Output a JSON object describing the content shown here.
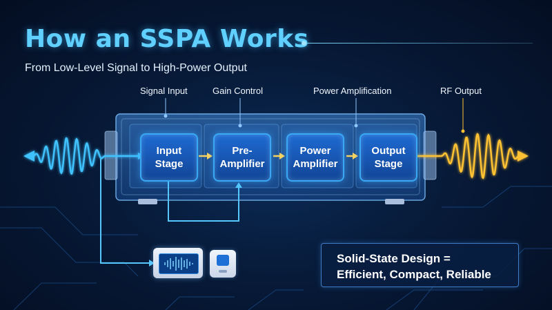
{
  "header": {
    "title": "How an SSPA Works",
    "subtitle": "From Low-Level Signal to High-Power Output"
  },
  "top_labels": {
    "signal_input": "Signal Input",
    "gain_control": "Gain Control",
    "power_amplification": "Power Amplification",
    "rf_output": "RF Output"
  },
  "stages": [
    {
      "label": "Input\nStage"
    },
    {
      "label": "Pre-\nAmplifier"
    },
    {
      "label": "Power\nAmplifier"
    },
    {
      "label": "Output\nStage"
    }
  ],
  "callout": {
    "line1": "Solid-State Design =",
    "line2": "Efficient, Compact, Reliable"
  },
  "colors": {
    "title": "#5fd0ff",
    "input_wave": "#3fc2ff",
    "output_wave": "#ffc233",
    "stage_fill": "#1a5bc0",
    "flow_arrow": "#ffd45a",
    "feedback_line": "#56c8ff"
  },
  "icons": [
    "controller-device-icon",
    "module-device-icon"
  ]
}
